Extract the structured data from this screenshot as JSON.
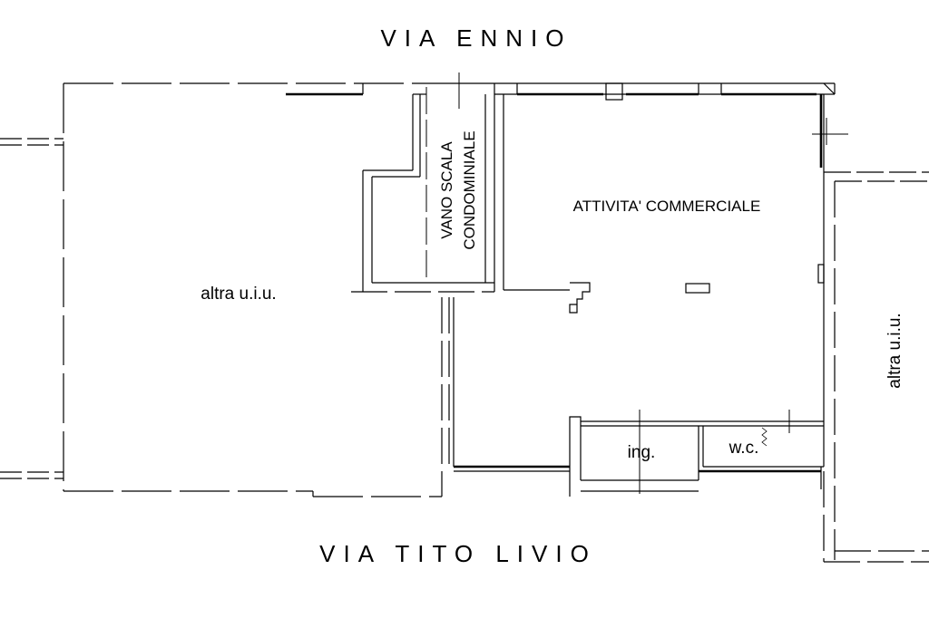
{
  "streets": {
    "north": "VIA ENNIO",
    "south": "VIA TITO LIVIO"
  },
  "rooms": {
    "main": "ATTIVITA' COMMERCIALE",
    "stair_line1": "VANO SCALA",
    "stair_line2": "CONDOMINIALE",
    "left_unit": "altra u.i.u.",
    "right_unit": "altra u.i.u.",
    "entrance": "ing.",
    "wc": "w.c."
  },
  "colors": {
    "line": "#000000",
    "background": "#ffffff"
  }
}
